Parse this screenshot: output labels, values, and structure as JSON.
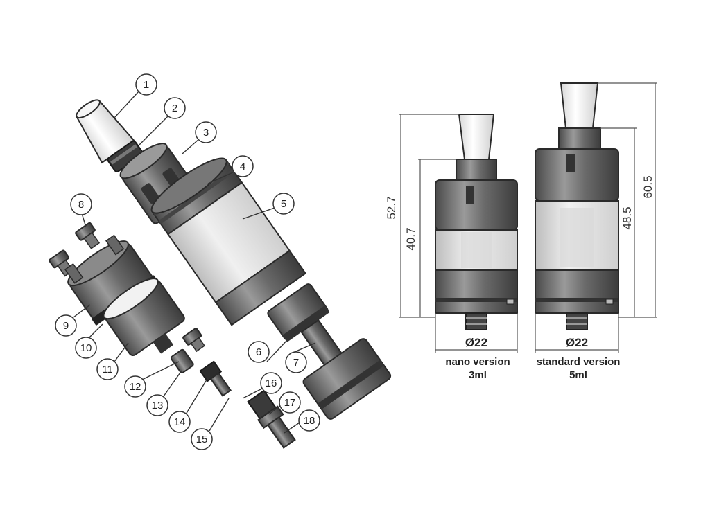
{
  "callouts": [
    "1",
    "2",
    "3",
    "4",
    "5",
    "6",
    "7",
    "8",
    "9",
    "10",
    "11",
    "12",
    "13",
    "14",
    "15",
    "16",
    "17",
    "18"
  ],
  "dimensions": {
    "nano_total_height": "52.7",
    "nano_body_height": "40.7",
    "standard_body_height": "48.5",
    "standard_total_height": "60.5",
    "nano_diameter": "Ø22",
    "standard_diameter": "Ø22"
  },
  "captions": {
    "nano_line1": "nano version",
    "nano_line2": "3ml",
    "standard_line1": "standard version",
    "standard_line2": "5ml"
  },
  "colors": {
    "metal_dark": "#5a5a5a",
    "metal_mid": "#8a8a8a",
    "metal_light": "#c8c8c8",
    "glass": "#e6e6e6",
    "outline": "#2a2a2a"
  }
}
